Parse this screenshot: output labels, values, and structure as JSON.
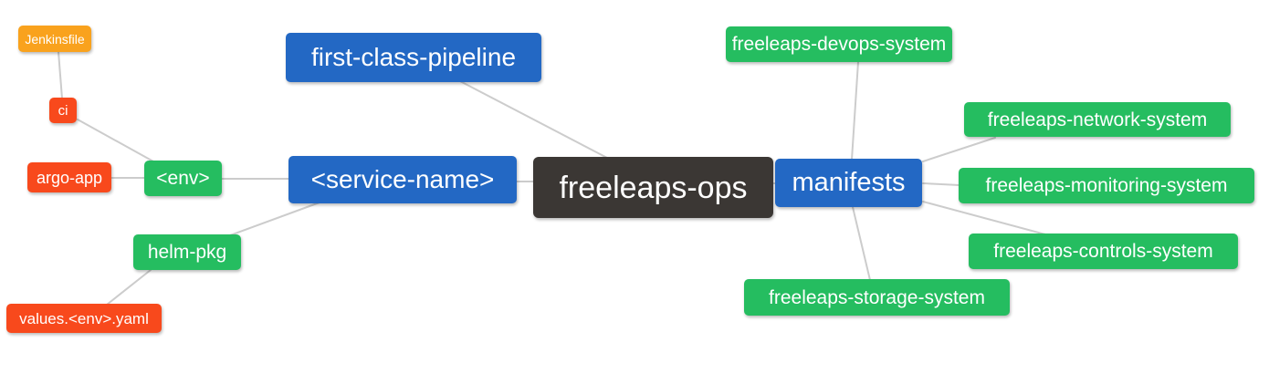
{
  "colors": {
    "blue": "#2368c4",
    "green": "#25bd60",
    "orange": "#f9a21d",
    "red": "#f8491c",
    "dark": "#3b3734",
    "edge": "#cccccc",
    "node_text": "#ffffff",
    "background": "#ffffff"
  },
  "mindmap": {
    "root": "freeleaps_ops",
    "nodes": {
      "freeleaps_ops": {
        "label": "freeleaps-ops",
        "color": "dark"
      },
      "first_class_pipeline": {
        "label": "first-class-pipeline",
        "color": "blue"
      },
      "service_name": {
        "label": "<service-name>",
        "color": "blue"
      },
      "manifests": {
        "label": "manifests",
        "color": "blue"
      },
      "env": {
        "label": "<env>",
        "color": "green"
      },
      "helm_pkg": {
        "label": "helm-pkg",
        "color": "green"
      },
      "ci": {
        "label": "ci",
        "color": "red"
      },
      "argo_app": {
        "label": "argo-app",
        "color": "red"
      },
      "values_env_yaml": {
        "label": "values.<env>.yaml",
        "color": "red"
      },
      "jenkinsfile": {
        "label": "Jenkinsfile",
        "color": "orange"
      },
      "devops_system": {
        "label": "freeleaps-devops-system",
        "color": "green"
      },
      "network_system": {
        "label": "freeleaps-network-system",
        "color": "green"
      },
      "monitoring_system": {
        "label": "freeleaps-monitoring-system",
        "color": "green"
      },
      "controls_system": {
        "label": "freeleaps-controls-system",
        "color": "green"
      },
      "storage_system": {
        "label": "freeleaps-storage-system",
        "color": "green"
      }
    },
    "edges": [
      [
        "jenkinsfile",
        "ci"
      ],
      [
        "ci",
        "env"
      ],
      [
        "argo_app",
        "env"
      ],
      [
        "env",
        "service_name"
      ],
      [
        "helm_pkg",
        "service_name"
      ],
      [
        "values_env_yaml",
        "helm_pkg"
      ],
      [
        "first_class_pipeline",
        "freeleaps_ops"
      ],
      [
        "service_name",
        "freeleaps_ops"
      ],
      [
        "freeleaps_ops",
        "manifests"
      ],
      [
        "manifests",
        "devops_system"
      ],
      [
        "manifests",
        "network_system"
      ],
      [
        "manifests",
        "monitoring_system"
      ],
      [
        "manifests",
        "controls_system"
      ],
      [
        "manifests",
        "storage_system"
      ]
    ]
  }
}
